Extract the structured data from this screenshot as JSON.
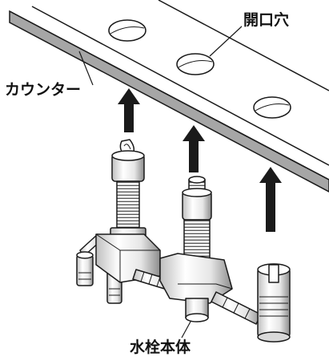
{
  "labels": {
    "opening_hole": "開口穴",
    "counter": "カウンター",
    "faucet_body": "水栓本体"
  },
  "colors": {
    "line": "#1a1a1a",
    "counter_edge": "#a6a6a6",
    "arrow": "#1a1a1a",
    "metal_light": "#ffffff",
    "metal_shade": "#d9d9d9",
    "metal_dark": "#8c8c8c"
  }
}
